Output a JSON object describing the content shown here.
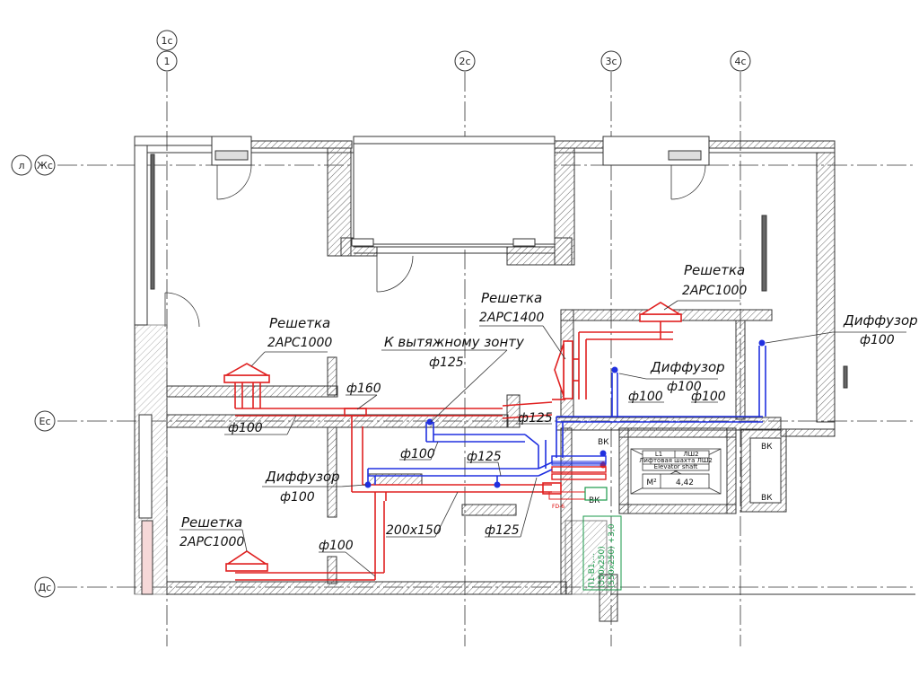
{
  "axes": {
    "vertical": [
      "1с",
      "1",
      "2с",
      "3с",
      "4с"
    ],
    "horizontal": [
      "л",
      "Жс",
      "Ес",
      "Дс"
    ]
  },
  "labels": {
    "grille_1": {
      "title": "Решетка",
      "model": "2АРС1000"
    },
    "grille_2": {
      "title": "Решетка",
      "model": "2АРС1000"
    },
    "grille_3": {
      "title": "Решетка",
      "model": "2АРС1400"
    },
    "grille_4": {
      "title": "Решетка",
      "model": "2АРС1000"
    },
    "diffuser_1": {
      "title": "Диффузор",
      "size": "ф100"
    },
    "diffuser_2": {
      "title": "Диффузор",
      "size": "ф100"
    },
    "diffuser_3": {
      "title": "Диффузор",
      "size": "ф100"
    },
    "hood": {
      "title": "К вытяжному зонту",
      "size": "ф125"
    }
  },
  "duct_sizes": {
    "d160": "ф160",
    "d100_a": "ф100",
    "d100_b": "ф100",
    "d100_c": "ф100",
    "d100_d": "ф100",
    "d100_e": "ф100",
    "d125_a": "ф125",
    "d125_b": "ф125",
    "d125_c": "ф125",
    "rect": "200x150"
  },
  "shaft": {
    "code_a": "L1",
    "code_b": "ЛШ2",
    "name_ru": "Лифтовая шахта ЛШ2",
    "name_en": "Elevator shaft",
    "area_label": "М²",
    "area_value": "4,42",
    "vk_1": "ВК",
    "vk_2": "ВК",
    "vk_3": "ВК",
    "vk_4": "ВК"
  },
  "damper": {
    "code": "FD-6"
  },
  "green_tag": {
    "line1": "П1-В1,...",
    "line2": "(550x250)",
    "line3": "(550x250) +3,0"
  },
  "colors": {
    "supply": "#e02020",
    "exhaust": "#2030e0",
    "walls": "#333333",
    "green": "#1a9a4a"
  }
}
